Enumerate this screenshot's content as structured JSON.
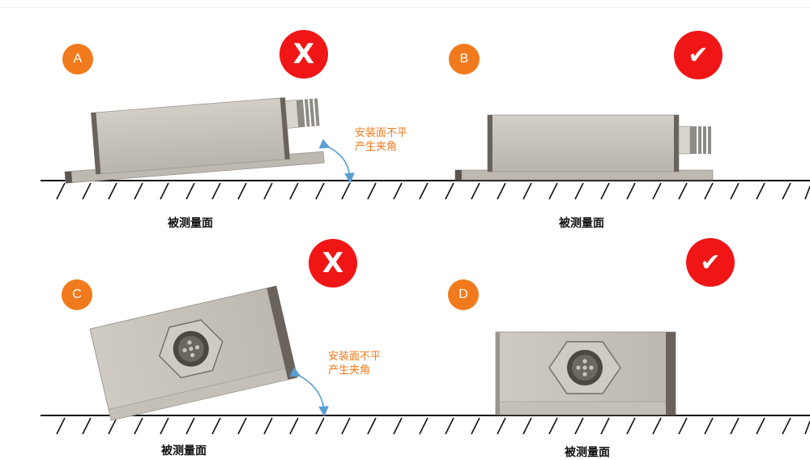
{
  "panels": {
    "a": {
      "letter": "A",
      "verdict_symbol": "X",
      "note_line1": "安装面不平",
      "note_line2": "产生夹角",
      "ground_label": "被测量面"
    },
    "b": {
      "letter": "B",
      "verdict_symbol": "✔",
      "ground_label": "被测量面"
    },
    "c": {
      "letter": "C",
      "verdict_symbol": "X",
      "note_line1": "安装面不平",
      "note_line2": "产生夹角",
      "ground_label": "被测量面"
    },
    "d": {
      "letter": "D",
      "verdict_symbol": "✔",
      "ground_label": "被测量面"
    }
  },
  "colors": {
    "badge": "#f07a1c",
    "verdict": "#f01616",
    "note_text": "#f07a1c",
    "angle_arrow": "#5a9fd4",
    "device_body": "#c9c5bd"
  }
}
